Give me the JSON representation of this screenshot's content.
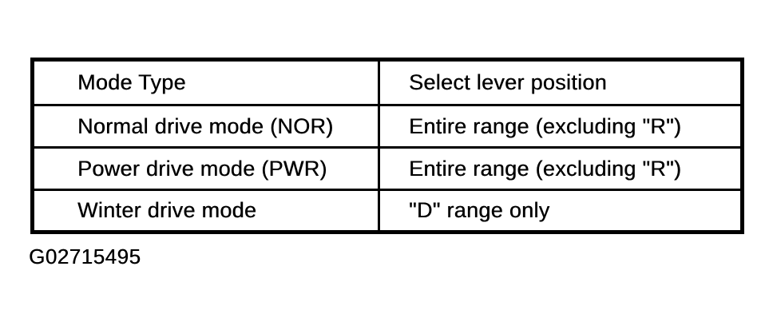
{
  "figure": {
    "caption": "G02715495"
  },
  "table": {
    "headers": [
      "Mode Type",
      "Select lever position"
    ],
    "rows": [
      [
        "Normal drive mode (NOR)",
        "Entire range (excluding \"R\")"
      ],
      [
        "Power drive mode (PWR)",
        "Entire range (excluding \"R\")"
      ],
      [
        "Winter drive mode",
        "\"D\" range only"
      ]
    ]
  },
  "colors": {
    "ink": "#000000",
    "paper": "#ffffff"
  }
}
